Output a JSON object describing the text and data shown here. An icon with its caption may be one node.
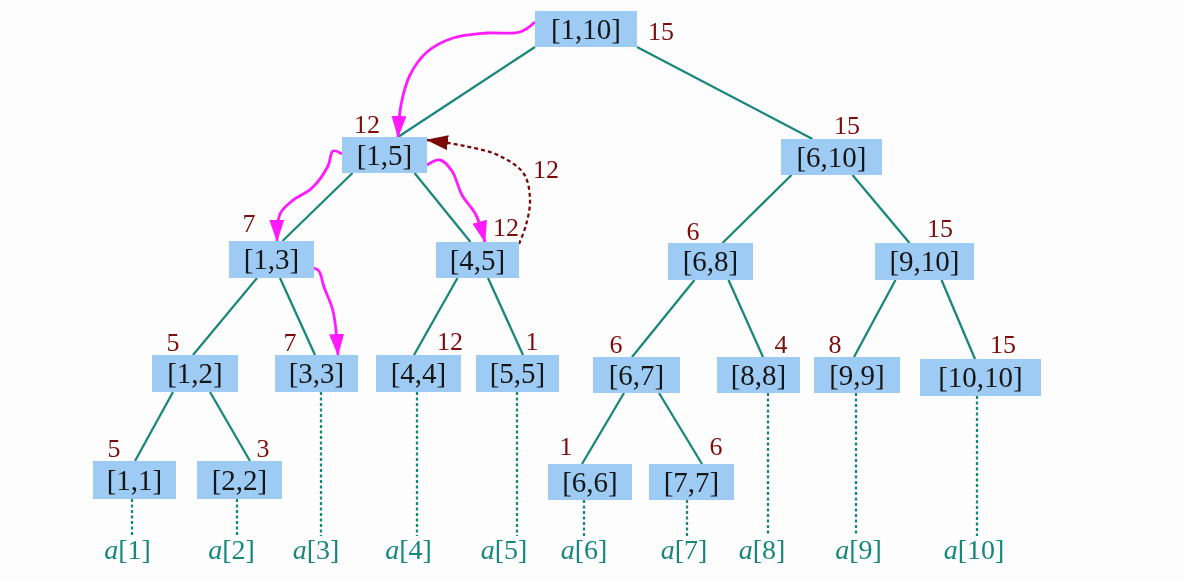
{
  "diagram": {
    "nodes": [
      {
        "text": [
          "[1,10]"
        ],
        "beside": [
          "15"
        ]
      },
      {
        "text": [
          "[1,5]"
        ],
        "beside": [
          "12"
        ]
      },
      {
        "text": [
          "[6,10]"
        ],
        "beside": [
          "15"
        ]
      },
      {
        "text": [
          "[1,3]"
        ],
        "beside": [
          "7"
        ]
      },
      {
        "text": [
          "[4,5]"
        ],
        "beside": [
          "12"
        ]
      },
      {
        "text": [
          "[6,8]"
        ],
        "beside": [
          "6"
        ]
      },
      {
        "text": [
          "[9,10]"
        ],
        "beside": [
          "15"
        ]
      },
      {
        "text": [
          "[1,2]"
        ],
        "beside": [
          "5"
        ]
      },
      {
        "text": [
          "[3,3]"
        ],
        "beside": [
          "7"
        ]
      },
      {
        "text": [
          "[4,4]"
        ],
        "beside": [
          "12"
        ]
      },
      {
        "text": [
          "[5,5]"
        ],
        "beside": [
          "1"
        ]
      },
      {
        "text": [
          "[6,7]"
        ],
        "beside": [
          "6"
        ]
      },
      {
        "text": [
          "[8,8]"
        ],
        "beside": [
          "4"
        ]
      },
      {
        "text": [
          "[9,9]"
        ],
        "beside": [
          "8"
        ]
      },
      {
        "text": [
          "[10,10]"
        ],
        "beside": [
          "15"
        ]
      },
      {
        "text": [
          "[1,1]"
        ],
        "beside": [
          "5"
        ]
      },
      {
        "text": [
          "[2,2]"
        ],
        "beside": [
          "3"
        ]
      },
      {
        "text": [
          "[6,6]"
        ],
        "beside": [
          "1"
        ]
      },
      {
        "text": [
          "[7,7]"
        ],
        "beside": [
          "6"
        ]
      },
      {
        "text": [
          "*a*[1]"
        ]
      },
      {
        "text": [
          "*a*[2]"
        ]
      },
      {
        "text": [
          "*a*[3]"
        ]
      },
      {
        "text": [
          "*a*[4]"
        ]
      },
      {
        "text": [
          "*a*[5]"
        ]
      },
      {
        "text": [
          "*a*[6]"
        ]
      },
      {
        "text": [
          "*a*[7]"
        ]
      },
      {
        "text": [
          "*a*[8]"
        ]
      },
      {
        "text": [
          "*a*[9]"
        ]
      },
      {
        "text": [
          "*a*[10]"
        ]
      }
    ],
    "edges": [
      {
        "from": 0,
        "to": 1,
        "arrow": "none"
      },
      {
        "from": 0,
        "to": 2,
        "arrow": "none"
      },
      {
        "from": 1,
        "to": 3,
        "arrow": "none"
      },
      {
        "from": 1,
        "to": 4,
        "arrow": "none"
      },
      {
        "from": 2,
        "to": 5,
        "arrow": "none"
      },
      {
        "from": 2,
        "to": 6,
        "arrow": "none"
      },
      {
        "from": 3,
        "to": 7,
        "arrow": "none"
      },
      {
        "from": 3,
        "to": 8,
        "arrow": "none"
      },
      {
        "from": 4,
        "to": 9,
        "arrow": "none"
      },
      {
        "from": 4,
        "to": 10,
        "arrow": "none"
      },
      {
        "from": 5,
        "to": 11,
        "arrow": "none"
      },
      {
        "from": 5,
        "to": 12,
        "arrow": "none"
      },
      {
        "from": 6,
        "to": 13,
        "arrow": "none"
      },
      {
        "from": 6,
        "to": 14,
        "arrow": "none"
      },
      {
        "from": 7,
        "to": 15,
        "arrow": "none"
      },
      {
        "from": 7,
        "to": 16,
        "arrow": "none"
      },
      {
        "from": 11,
        "to": 17,
        "arrow": "none"
      },
      {
        "from": 11,
        "to": 18,
        "arrow": "none"
      },
      {
        "from": 15,
        "to": 19,
        "arrow": "none",
        "style": "dashed"
      },
      {
        "from": 16,
        "to": 20,
        "arrow": "none",
        "style": "dashed"
      },
      {
        "from": 8,
        "to": 21,
        "arrow": "none",
        "style": "dashed"
      },
      {
        "from": 9,
        "to": 22,
        "arrow": "none",
        "style": "dashed"
      },
      {
        "from": 10,
        "to": 23,
        "arrow": "none",
        "style": "dashed"
      },
      {
        "from": 17,
        "to": 24,
        "arrow": "none",
        "style": "dashed"
      },
      {
        "from": 18,
        "to": 25,
        "arrow": "none",
        "style": "dashed"
      },
      {
        "from": 12,
        "to": 26,
        "arrow": "none",
        "style": "dashed"
      },
      {
        "from": 13,
        "to": 27,
        "arrow": "none",
        "style": "dashed"
      },
      {
        "from": 14,
        "to": 28,
        "arrow": "none",
        "style": "dashed"
      },
      {
        "from": 0,
        "to": 1,
        "arrow": "to",
        "color": "#ff1aff"
      },
      {
        "from": 1,
        "to": 3,
        "arrow": "to",
        "color": "#ff1aff"
      },
      {
        "from": 1,
        "to": 4,
        "arrow": "to",
        "color": "#ff1aff"
      },
      {
        "from": 3,
        "to": 8,
        "arrow": "to",
        "color": "#ff1aff"
      },
      {
        "from": 4,
        "to": 1,
        "arrow": "to",
        "style": "dashed",
        "color": "#7a0a0a",
        "label": "12"
      }
    ]
  }
}
